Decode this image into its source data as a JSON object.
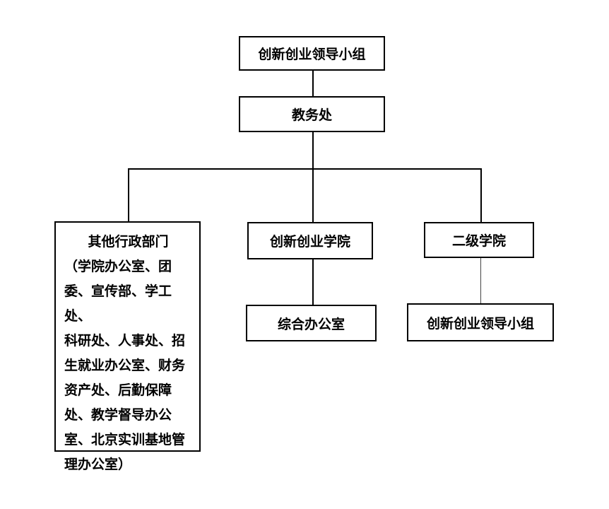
{
  "org_chart": {
    "root": {
      "label": "创新创业领导小组"
    },
    "second": {
      "label": "教务处"
    },
    "branches": {
      "other_admin": {
        "title": "其他行政部门",
        "lines": [
          "（学院办公室、团",
          "委、宣传部、学工处、",
          "科研处、人事处、招",
          "生就业办公室、财务",
          "资产处、后勤保障",
          "处、教学督导办公",
          "室、北京实训基地管",
          "理办公室）"
        ]
      },
      "innovation_college": {
        "label": "创新创业学院",
        "child": "综合办公室"
      },
      "secondary_college": {
        "label": "二级学院",
        "child": "创新创业领导小组"
      }
    }
  }
}
